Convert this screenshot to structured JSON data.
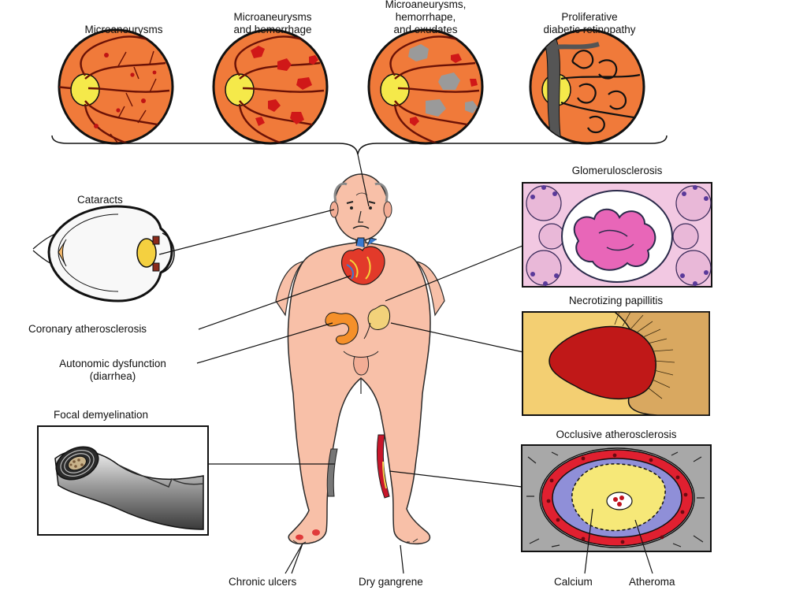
{
  "retina": {
    "stage1": "Microaneurysms",
    "stage2": [
      "Microaneurysms",
      "and hemorrhage"
    ],
    "stage3": [
      "Microaneurysms,",
      "hemorrhape,",
      "and exudates"
    ],
    "stage4": [
      "Proliferative",
      "diabetic retinopathy"
    ]
  },
  "left": {
    "cataracts": "Cataracts",
    "coronary": "Coronary atherosclerosis",
    "autonomic": [
      "Autonomic dysfunction",
      "(diarrhea)"
    ],
    "focal": "Focal demyelination"
  },
  "right": {
    "glomerulo": "Glomerulosclerosis",
    "necrotizing": "Necrotizing papillitis",
    "occlusive": "Occlusive atherosclerosis",
    "calcium": "Calcium",
    "atheroma": "Atheroma"
  },
  "bottom": {
    "ulcers": "Chronic ulcers",
    "gangrene": "Dry gangrene"
  },
  "colors": {
    "skin": "#f8c0a8",
    "retina": "#f07a3a",
    "hemorrhage": "#d01818",
    "exudate": "#9a9a9a",
    "kidney_pink": "#e060b0",
    "papilla": "#f4d070",
    "necrosis": "#c01818",
    "artery_red": "#e02030",
    "atheroma_yellow": "#f6e878",
    "calcium_blue": "#8f8fd8"
  }
}
